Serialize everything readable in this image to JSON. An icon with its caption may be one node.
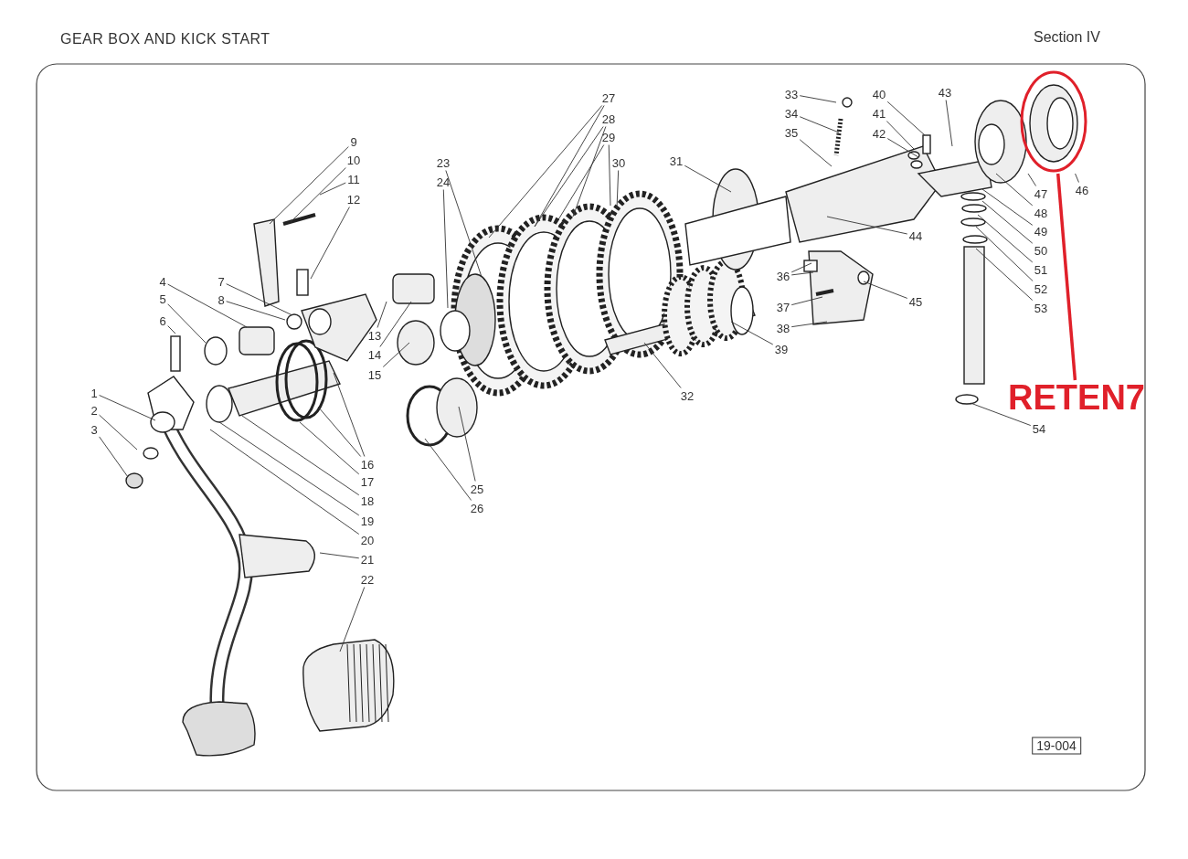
{
  "diagram": {
    "title": "GEAR BOX AND KICK START",
    "nodes": [
      {
        "text": [
          "1"
        ]
      },
      {
        "text": [
          "2"
        ]
      },
      {
        "text": [
          "3"
        ]
      },
      {
        "text": [
          "4"
        ]
      },
      {
        "text": [
          "5"
        ]
      },
      {
        "text": [
          "6"
        ]
      },
      {
        "text": [
          "7"
        ]
      },
      {
        "text": [
          "8"
        ]
      },
      {
        "text": [
          "9"
        ]
      },
      {
        "text": [
          "10"
        ]
      },
      {
        "text": [
          "11"
        ]
      },
      {
        "text": [
          "12"
        ]
      },
      {
        "text": [
          "13"
        ]
      },
      {
        "text": [
          "14"
        ]
      },
      {
        "text": [
          "15"
        ]
      },
      {
        "text": [
          "16"
        ]
      },
      {
        "text": [
          "17"
        ]
      },
      {
        "text": [
          "18"
        ]
      },
      {
        "text": [
          "19"
        ]
      },
      {
        "text": [
          "20"
        ]
      },
      {
        "text": [
          "21"
        ]
      },
      {
        "text": [
          "22"
        ]
      },
      {
        "text": [
          "23"
        ]
      },
      {
        "text": [
          "24"
        ]
      },
      {
        "text": [
          "25"
        ]
      },
      {
        "text": [
          "26"
        ]
      },
      {
        "text": [
          "27"
        ]
      },
      {
        "text": [
          "28"
        ]
      },
      {
        "text": [
          "29"
        ]
      },
      {
        "text": [
          "30"
        ]
      },
      {
        "text": [
          "31"
        ]
      },
      {
        "text": [
          "32"
        ]
      },
      {
        "text": [
          "33"
        ]
      },
      {
        "text": [
          "34"
        ]
      },
      {
        "text": [
          "35"
        ]
      },
      {
        "text": [
          "36"
        ]
      },
      {
        "text": [
          "37"
        ]
      },
      {
        "text": [
          "38"
        ]
      },
      {
        "text": [
          "39"
        ]
      },
      {
        "text": [
          "40"
        ]
      },
      {
        "text": [
          "41"
        ]
      },
      {
        "text": [
          "42"
        ]
      },
      {
        "text": [
          "43"
        ]
      },
      {
        "text": [
          "44"
        ]
      },
      {
        "text": [
          "45"
        ]
      },
      {
        "text": [
          "46"
        ]
      },
      {
        "text": [
          "47"
        ]
      },
      {
        "text": [
          "48"
        ]
      },
      {
        "text": [
          "49"
        ]
      },
      {
        "text": [
          "50"
        ]
      },
      {
        "text": [
          "51"
        ]
      },
      {
        "text": [
          "52"
        ]
      },
      {
        "text": [
          "53"
        ]
      },
      {
        "text": [
          "54"
        ]
      },
      {
        "text": [
          "RETEN7"
        ]
      },
      {
        "text": [],
        "shape": "ellipse"
      },
      {
        "text": [
          "19-004"
        ]
      }
    ],
    "edges": [
      {
        "from": 0,
        "to": null,
        "arrow": "none"
      },
      {
        "from": 1,
        "to": null,
        "arrow": "none"
      },
      {
        "from": 2,
        "to": null,
        "arrow": "none"
      },
      {
        "from": 3,
        "to": null,
        "arrow": "none"
      },
      {
        "from": 4,
        "to": null,
        "arrow": "none"
      },
      {
        "from": 5,
        "to": null,
        "arrow": "none"
      },
      {
        "from": 6,
        "to": null,
        "arrow": "none"
      },
      {
        "from": 7,
        "to": null,
        "arrow": "none"
      },
      {
        "from": 8,
        "to": null,
        "arrow": "none"
      },
      {
        "from": 9,
        "to": null,
        "arrow": "none"
      },
      {
        "from": 10,
        "to": null,
        "arrow": "none"
      },
      {
        "from": 11,
        "to": null,
        "arrow": "none"
      },
      {
        "from": 12,
        "to": null,
        "arrow": "none"
      },
      {
        "from": 13,
        "to": null,
        "arrow": "none"
      },
      {
        "from": 14,
        "to": null,
        "arrow": "none"
      },
      {
        "from": 15,
        "to": null,
        "arrow": "none"
      },
      {
        "from": 15,
        "to": null,
        "arrow": "none"
      },
      {
        "from": 16,
        "to": null,
        "arrow": "none"
      },
      {
        "from": 17,
        "to": null,
        "arrow": "none"
      },
      {
        "from": 18,
        "to": null,
        "arrow": "none"
      },
      {
        "from": 19,
        "to": null,
        "arrow": "none"
      },
      {
        "from": 20,
        "to": null,
        "arrow": "none"
      },
      {
        "from": 21,
        "to": null,
        "arrow": "none"
      },
      {
        "from": 22,
        "to": null,
        "arrow": "none"
      },
      {
        "from": 23,
        "to": null,
        "arrow": "none"
      },
      {
        "from": 24,
        "to": null,
        "arrow": "none"
      },
      {
        "from": 25,
        "to": null,
        "arrow": "none"
      },
      {
        "from": 26,
        "to": null,
        "arrow": "none"
      },
      {
        "from": 26,
        "to": null,
        "arrow": "none"
      },
      {
        "from": 27,
        "to": null,
        "arrow": "none"
      },
      {
        "from": 27,
        "to": null,
        "arrow": "none"
      },
      {
        "from": 28,
        "to": null,
        "arrow": "none"
      },
      {
        "from": 28,
        "to": null,
        "arrow": "none"
      },
      {
        "from": 29,
        "to": null,
        "arrow": "none"
      },
      {
        "from": 30,
        "to": null,
        "arrow": "none"
      },
      {
        "from": 31,
        "to": null,
        "arrow": "none"
      },
      {
        "from": 32,
        "to": null,
        "arrow": "none"
      },
      {
        "from": 33,
        "to": null,
        "arrow": "none"
      },
      {
        "from": 34,
        "to": null,
        "arrow": "none"
      },
      {
        "from": 35,
        "to": null,
        "arrow": "none"
      },
      {
        "from": 35,
        "to": null,
        "arrow": "none"
      },
      {
        "from": 36,
        "to": null,
        "arrow": "none"
      },
      {
        "from": 37,
        "to": null,
        "arrow": "none"
      },
      {
        "from": 38,
        "to": null,
        "arrow": "none"
      },
      {
        "from": 39,
        "to": null,
        "arrow": "none"
      },
      {
        "from": 40,
        "to": null,
        "arrow": "none"
      },
      {
        "from": 41,
        "to": null,
        "arrow": "none"
      },
      {
        "from": 42,
        "to": null,
        "arrow": "none"
      },
      {
        "from": 43,
        "to": null,
        "arrow": "none"
      },
      {
        "from": 44,
        "to": null,
        "arrow": "none"
      },
      {
        "from": 45,
        "to": 55,
        "arrow": "none"
      },
      {
        "from": 46,
        "to": null,
        "arrow": "none"
      },
      {
        "from": 47,
        "to": null,
        "arrow": "none"
      },
      {
        "from": 48,
        "to": null,
        "arrow": "none"
      },
      {
        "from": 49,
        "to": null,
        "arrow": "none"
      },
      {
        "from": 50,
        "to": null,
        "arrow": "none"
      },
      {
        "from": 51,
        "to": null,
        "arrow": "none"
      },
      {
        "from": 52,
        "to": null,
        "arrow": "none"
      },
      {
        "from": 53,
        "to": null,
        "arrow": "none"
      },
      {
        "from": 54,
        "to": 55,
        "arrow": "none",
        "style": "thick",
        "color": "#e0202a"
      }
    ],
    "labels": [
      "Section IV"
    ]
  }
}
